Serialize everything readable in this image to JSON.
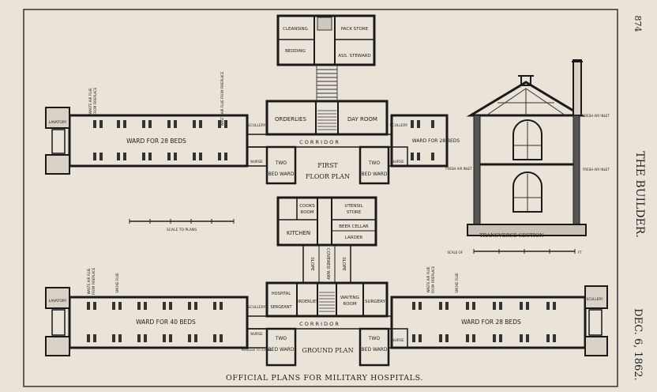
{
  "page_number": "874",
  "journal": "THE BUILDER.",
  "date": "DEC. 6, 1862.",
  "caption": "OFFICIAL PLANS FOR MILITARY HOSPITALS.",
  "scale_plans": "SCALE TO PLANS",
  "scale_section": "SCALE OF",
  "scale_section_unit": "FT",
  "first_floor": {
    "title": "FIRST",
    "title2": "FLOOR PLAN",
    "left_ward": "WARD FOR 28 BEDS",
    "right_ward": "WARD FOR 28 BEDS",
    "orderlies": "ORDERLIES",
    "day_room": "DAY ROOM",
    "corridor": "C O R R I D O R",
    "two_bed_left_1": "TWO",
    "two_bed_left_2": "BED WARD",
    "two_bed_right_1": "TWO",
    "two_bed_right_2": "BED WARD",
    "nurse_left": "NURSE",
    "nurse_right": "NURSE",
    "scullery_left": "SCULLERY",
    "scullery_right": "SCULLERY",
    "lavatory": "LAVATORY",
    "left_vent_1": "WASTE AIR FLUE",
    "left_vent_2": "FROM FIREPLACE",
    "centre_vent": "WASTE AIR FLUE FROM FIREPLACE"
  },
  "top_block": {
    "cleansing": "CLEANSING",
    "pack_store": "PACK STORE",
    "bedding": "BEDDING",
    "asst_steward": "ASS. STEWARD"
  },
  "kitchen_block": {
    "cooks_room_1": "COOKS",
    "cooks_room_2": "ROOM",
    "utensil_store_1": "UTENSIL",
    "utensil_store_2": "STORE",
    "kitchen": "KITCHEN",
    "beer_cellar": "BEER CELLAR",
    "larder": "LARDER",
    "slope_left": "SLOPE",
    "covered_way": "COVERED WAY",
    "slope_right": "SLOPE"
  },
  "ground_floor": {
    "title": "GROUND PLAN",
    "left_ward": "WARD FOR 40 BEDS",
    "right_ward": "WARD FOR 28 BEDS",
    "hospital": "HOSPITAL",
    "sergeant": "SERGEANT",
    "orderlies": "ORDERLIES",
    "waiting_room_1": "WAITING",
    "waiting_room_2": "ROOM",
    "surgery": "SURGERY",
    "corridor": "C O R R I D O R",
    "two_bed_left_1": "TWO",
    "two_bed_left_2": "BED WARD",
    "two_bed_right_1": "TWO",
    "two_bed_right_2": "BED WARD",
    "nurse_left": "NURSE",
    "nurse_right": "NURSE",
    "passage": "PASSAGE TO STAIRS",
    "scullery_left": "SCULLERY",
    "scullery_right": "SCULLERY",
    "lavatory": "LAVATORY",
    "flue_left_1": "WASTE AIR FLUE",
    "flue_left_2": "FROM FIREPLACE",
    "smoke_flue": "SMOKE FLUE",
    "flue_right_1": "WASTE AIR FLUE",
    "flue_right_2": "FROM FIREPLACE",
    "smoke_flue_right": "SMOKE FLUE"
  },
  "section": {
    "title": "TRANSVERSE  SECTION",
    "fresh_air_inlet_top": "FRESH AIR INLET",
    "fresh_air_inlet_mid": "FRESH AIR INLET",
    "fresh_air_inlet_right": "FRESH AIR INLET"
  },
  "colors": {
    "paper": "#e9e3d8",
    "ink": "#222222",
    "wall": "#1a1a1a",
    "hatch": "#4a4a4a"
  }
}
